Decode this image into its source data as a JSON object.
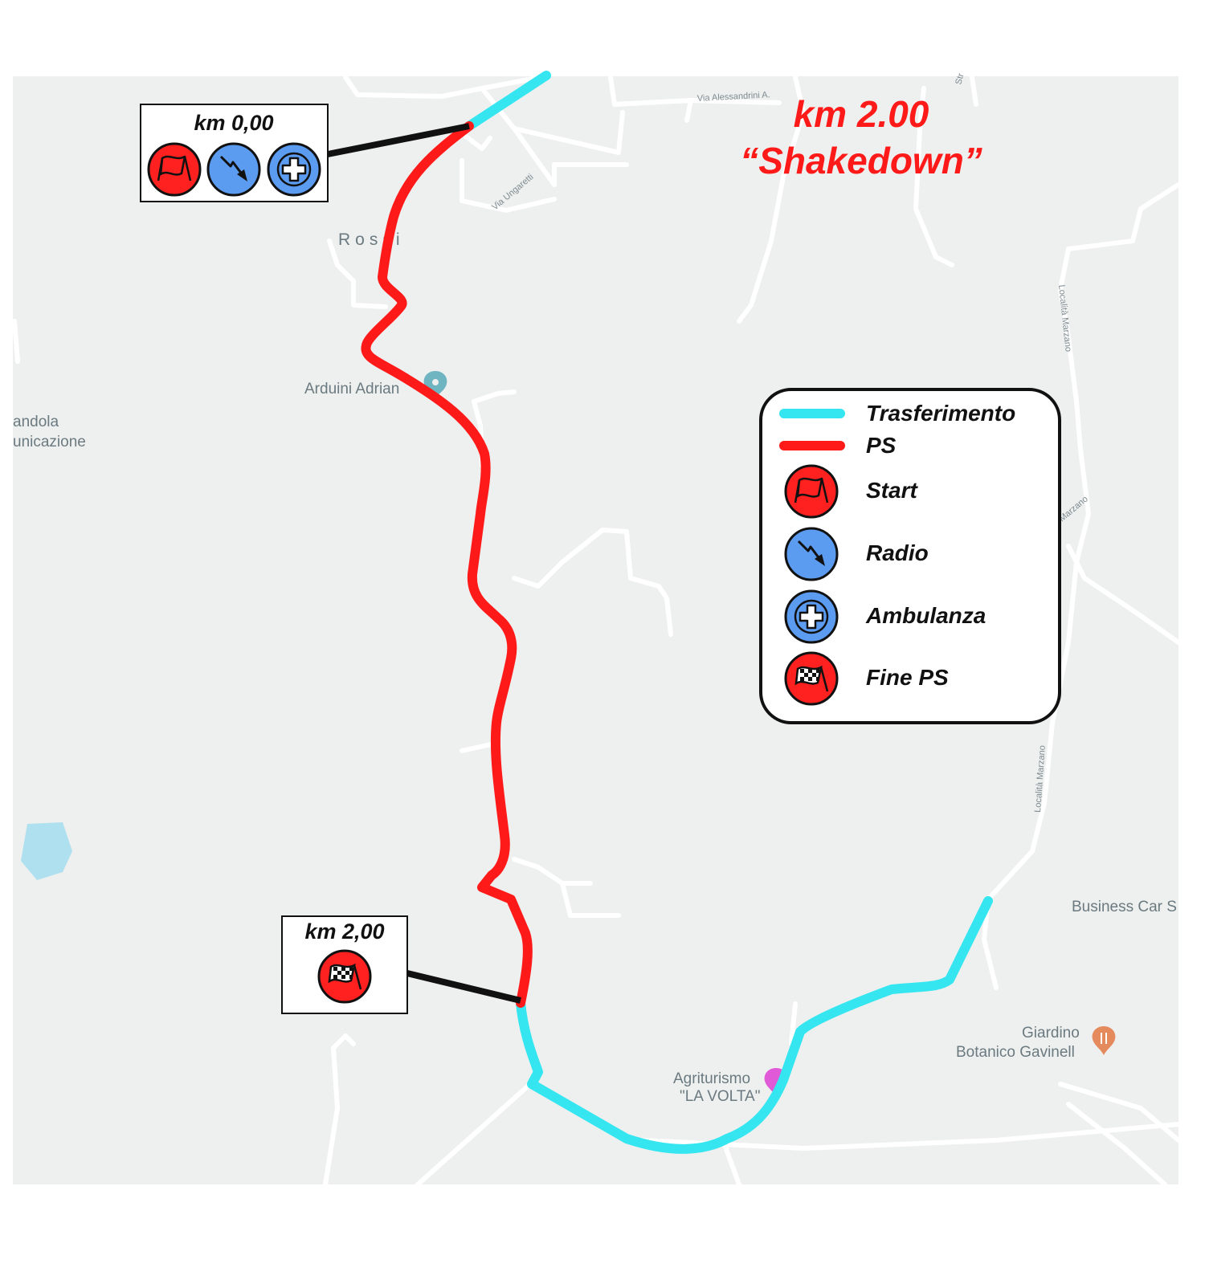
{
  "title": {
    "line1": "km 2.00",
    "line2": "“Shakedown”"
  },
  "start_box": {
    "km": "km 0,00",
    "icons": [
      "start-flag-icon",
      "radio-icon",
      "ambulance-icon"
    ]
  },
  "finish_box": {
    "km": "km 2,00",
    "icons": [
      "checkered-flag-icon"
    ]
  },
  "legend": {
    "items": [
      {
        "label": "Trasferimento",
        "type": "line",
        "color": "#35e6f0"
      },
      {
        "label": "PS",
        "type": "line",
        "color": "#ff1a1a"
      },
      {
        "label": "Start",
        "type": "icon",
        "icon": "start-flag-icon"
      },
      {
        "label": "Radio",
        "type": "icon",
        "icon": "radio-icon"
      },
      {
        "label": "Ambulanza",
        "type": "icon",
        "icon": "ambulance-icon"
      },
      {
        "label": "Fine PS",
        "type": "icon",
        "icon": "checkered-flag-icon"
      }
    ]
  },
  "places": {
    "rossi": "Rossi",
    "arduini": "Arduini Adrian",
    "candola": "andola",
    "comunicazione": "unicazione",
    "business_car": "Business Car S",
    "giardino_1": "Giardino",
    "giardino_2": "Botanico Gavinell",
    "agriturismo_1": "Agriturismo",
    "agriturismo_2": "\"LA VOLTA\""
  },
  "streets": {
    "alessandrini": "Via Alessandrini A.",
    "ungaretti": "Via Ungaretti",
    "marzano_1": "Località Marzano",
    "marzano_2": "Marzano",
    "marzano_3": "Località Marzano",
    "st": "Str"
  },
  "colors": {
    "transfer": "#35e6f0",
    "stage": "#ff1a1a",
    "map_bg": "#eef0ef",
    "road": "#ffffff",
    "water": "#aee0ef",
    "red_icon": "#ff2020",
    "blue_icon": "#5b9bf0"
  }
}
